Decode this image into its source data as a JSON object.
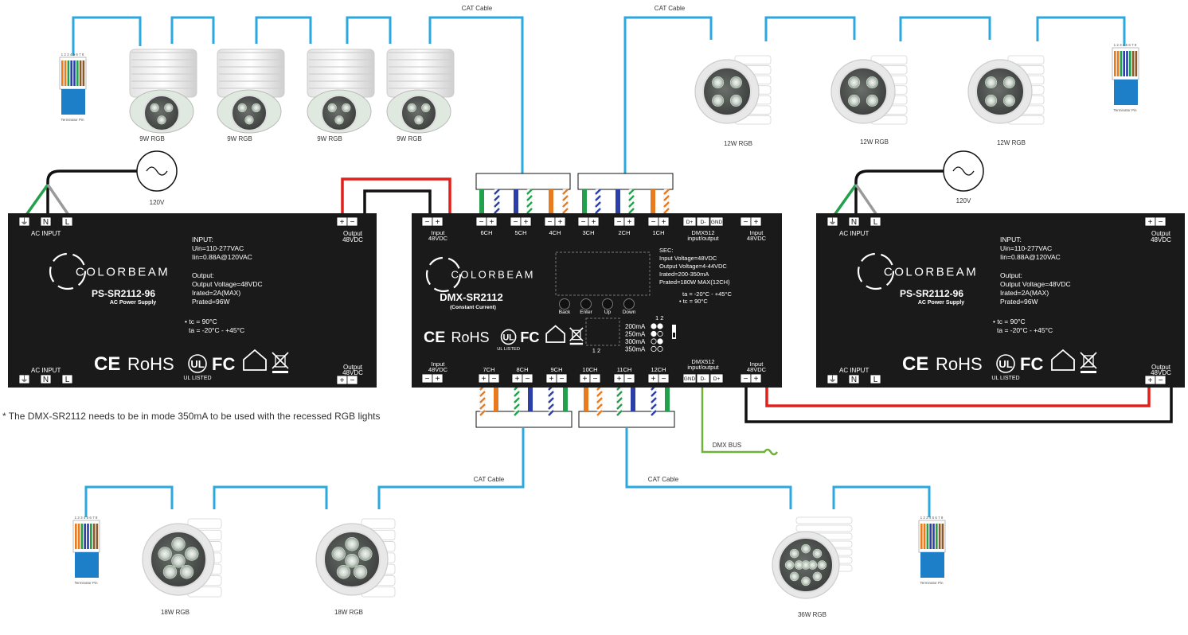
{
  "colors": {
    "cable_blue": "#2aa8df",
    "wire_red": "#e0201c",
    "wire_black": "#111111",
    "wire_green": "#22a04b",
    "wire_gray": "#9a9a9a",
    "dmx_bus": "#6fb23a",
    "device_fill": "#1a1a1a",
    "device_text": "#ffffff"
  },
  "cable_labels": {
    "top_left": "CAT Cable",
    "top_right": "CAT Cable",
    "bottom_left": "CAT Cable",
    "bottom_right": "CAT Cable"
  },
  "dmx_bus_label": "DMX BUS",
  "mains_label": "120V",
  "note": "* The DMX-SR2112 needs to be in mode 350mA to be used with the recessed RGB lights",
  "terminator_label": "Terminator Pin",
  "terminator_pins": "1 2 3 4 5 6 7 8",
  "lights": {
    "top_left": [
      "9W RGB",
      "9W RGB",
      "9W RGB",
      "9W RGB"
    ],
    "top_right": [
      "12W RGB",
      "12W RGB",
      "12W RGB"
    ],
    "bottom_left": [
      "18W RGB",
      "18W RGB"
    ],
    "bottom_right": [
      "36W RGB"
    ]
  },
  "power_supply": {
    "brand": "COLORBEAM",
    "model": "PS-SR2112-96",
    "subtitle": "AC Power Supply",
    "ac_input": "AC INPUT",
    "output": "Output",
    "output_v": "48VDC",
    "input_heading": "INPUT:",
    "uin": "Uin=110-277VAC",
    "iin": "Iin=0.88A@120VAC",
    "output_heading": "Output:",
    "out_voltage": "Output Voltage=48VDC",
    "irated": "Irated=2A(MAX)",
    "prated": "Prated=96W",
    "tc": "• tc = 90°C",
    "ta": "ta = -20°C - +45°C",
    "terminals": [
      "⏚",
      "N",
      "L"
    ],
    "certs": "CE RoHS UL FC",
    "ul_listed": "UL LISTED"
  },
  "controller": {
    "brand": "COLORBEAM",
    "model": "DMX-SR2112",
    "subtitle": "(Constant Current)",
    "input": "Input",
    "input_v": "48VDC",
    "top_channels": [
      "6CH",
      "5CH",
      "4CH",
      "3CH",
      "2CH",
      "1CH"
    ],
    "bottom_channels": [
      "7CH",
      "8CH",
      "9CH",
      "10CH",
      "11CH",
      "12CH"
    ],
    "dmx512": "DMX512",
    "dmx_io": "input/output",
    "dmx_top_pins": [
      "D+",
      "D-",
      "GND"
    ],
    "dmx_bottom_pins": [
      "GND",
      "D-",
      "D+"
    ],
    "sec_heading": "SEC:",
    "sec_in": "Input Voltage=48VDC",
    "sec_out": "Output Voltage=4-44VDC",
    "sec_irated": "Irated=200-350mA",
    "sec_prated": "Prated=180W MAX(12CH)",
    "ta": "ta = -20°C - +45°C",
    "tc": "• tc = 90°C",
    "buttons": [
      "Back",
      "Enter",
      "Up",
      "Down"
    ],
    "modes": [
      "200mA",
      "250mA",
      "300mA",
      "350mA"
    ],
    "dip_cols": "1  2",
    "dip_bottom": "1  2",
    "certs": "CE RoHS UL FC",
    "ul_listed": "UL LISTED"
  }
}
